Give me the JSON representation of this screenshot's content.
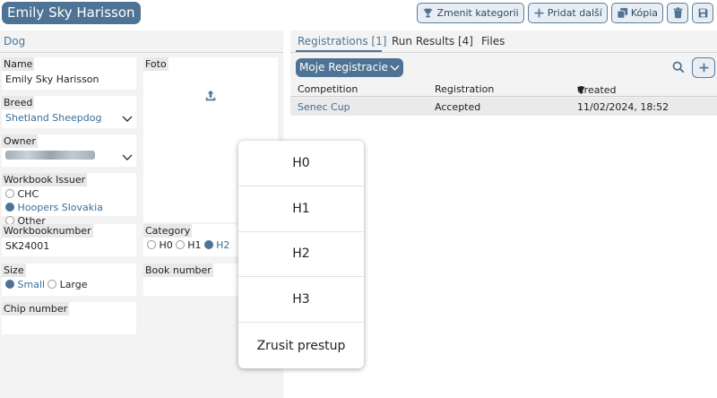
{
  "header": {
    "title": "Emily Sky Harisson",
    "buttons": {
      "change_category": "Zmenit kategorii",
      "add_another": "Pridat další",
      "copy": "Kópia"
    }
  },
  "left_tab": "Dog",
  "fields": {
    "name_label": "Name",
    "name_value": "Emily Sky Harisson",
    "foto_label": "Foto",
    "breed_label": "Breed",
    "breed_value": "Shetland Sheepdog",
    "owner_label": "Owner",
    "issuer_label": "Workbook Issuer",
    "issuer_options": [
      "CHC",
      "Hoopers Slovakia",
      "Other"
    ],
    "issuer_selected": "Hoopers Slovakia",
    "workbooknumber_label": "Workbooknumber",
    "workbooknumber_value": "SK24001",
    "category_label": "Category",
    "category_options": [
      "H0",
      "H1",
      "H2"
    ],
    "category_selected": "H2",
    "size_label": "Size",
    "size_options": [
      "Small",
      "Large"
    ],
    "size_selected": "Small",
    "booknumber_label": "Book number",
    "chip_label": "Chip number"
  },
  "right_tabs": [
    "Registrations [1]",
    "Run Results [4]",
    "Files"
  ],
  "registrations_select": "Moje Registracie",
  "table": {
    "columns": [
      "Competition",
      "Registration",
      "Created On"
    ],
    "rows": [
      {
        "competition": "Senec Cup",
        "registration": "Accepted",
        "created": "11/02/2024, 18:52"
      }
    ]
  },
  "popup_menu": [
    "H0",
    "H1",
    "H2",
    "H3",
    "Zrusit prestup"
  ],
  "colors": {
    "accent": "#4e7394",
    "link": "#3d6e96"
  }
}
